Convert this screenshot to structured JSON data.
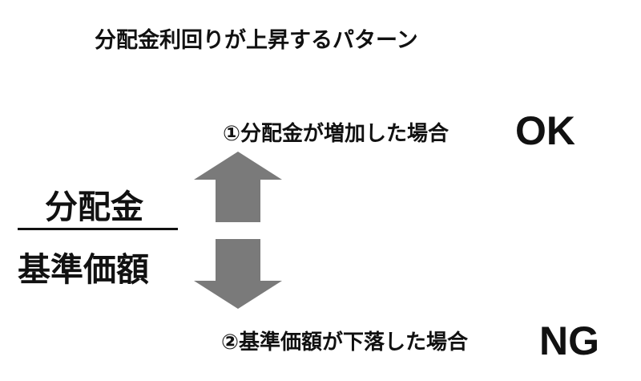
{
  "title": "分配金利回りが上昇するパターン",
  "fraction": {
    "numerator": "分配金",
    "denominator": "基準価額"
  },
  "case1": {
    "label": "①分配金が増加した場合",
    "result": "OK"
  },
  "case2": {
    "label": "②基準価額が下落した場合",
    "result": "NG"
  },
  "colors": {
    "arrow": "#7a7a7a",
    "text": "#111111"
  }
}
